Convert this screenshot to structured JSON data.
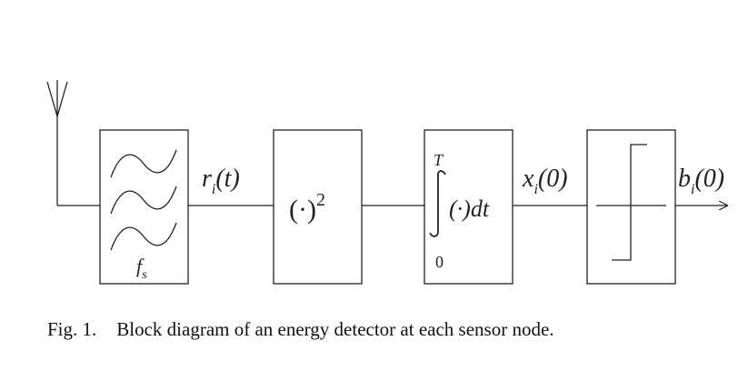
{
  "diagram": {
    "nodes": [
      {
        "id": "bandpass-filter",
        "symbol": "f",
        "subscript": "s"
      },
      {
        "id": "squarer",
        "symbol": "(·)",
        "superscript": "2"
      },
      {
        "id": "integrator",
        "upper_limit": "T",
        "lower_limit": "0",
        "integrand": "(·)dt"
      },
      {
        "id": "threshold-comparator"
      }
    ],
    "signals": [
      {
        "from": "bandpass-filter",
        "to": "squarer",
        "symbol": "r",
        "subscript": "i",
        "arg": "(t)"
      },
      {
        "from": "integrator",
        "to": "threshold-comparator",
        "symbol": "x",
        "subscript": "i",
        "arg": "(0)"
      },
      {
        "from": "threshold-comparator",
        "to": "output",
        "symbol": "b",
        "subscript": "i",
        "arg": "(0)"
      }
    ]
  },
  "caption": {
    "label": "Fig. 1.",
    "text": "Block diagram of an energy detector at each sensor node."
  }
}
